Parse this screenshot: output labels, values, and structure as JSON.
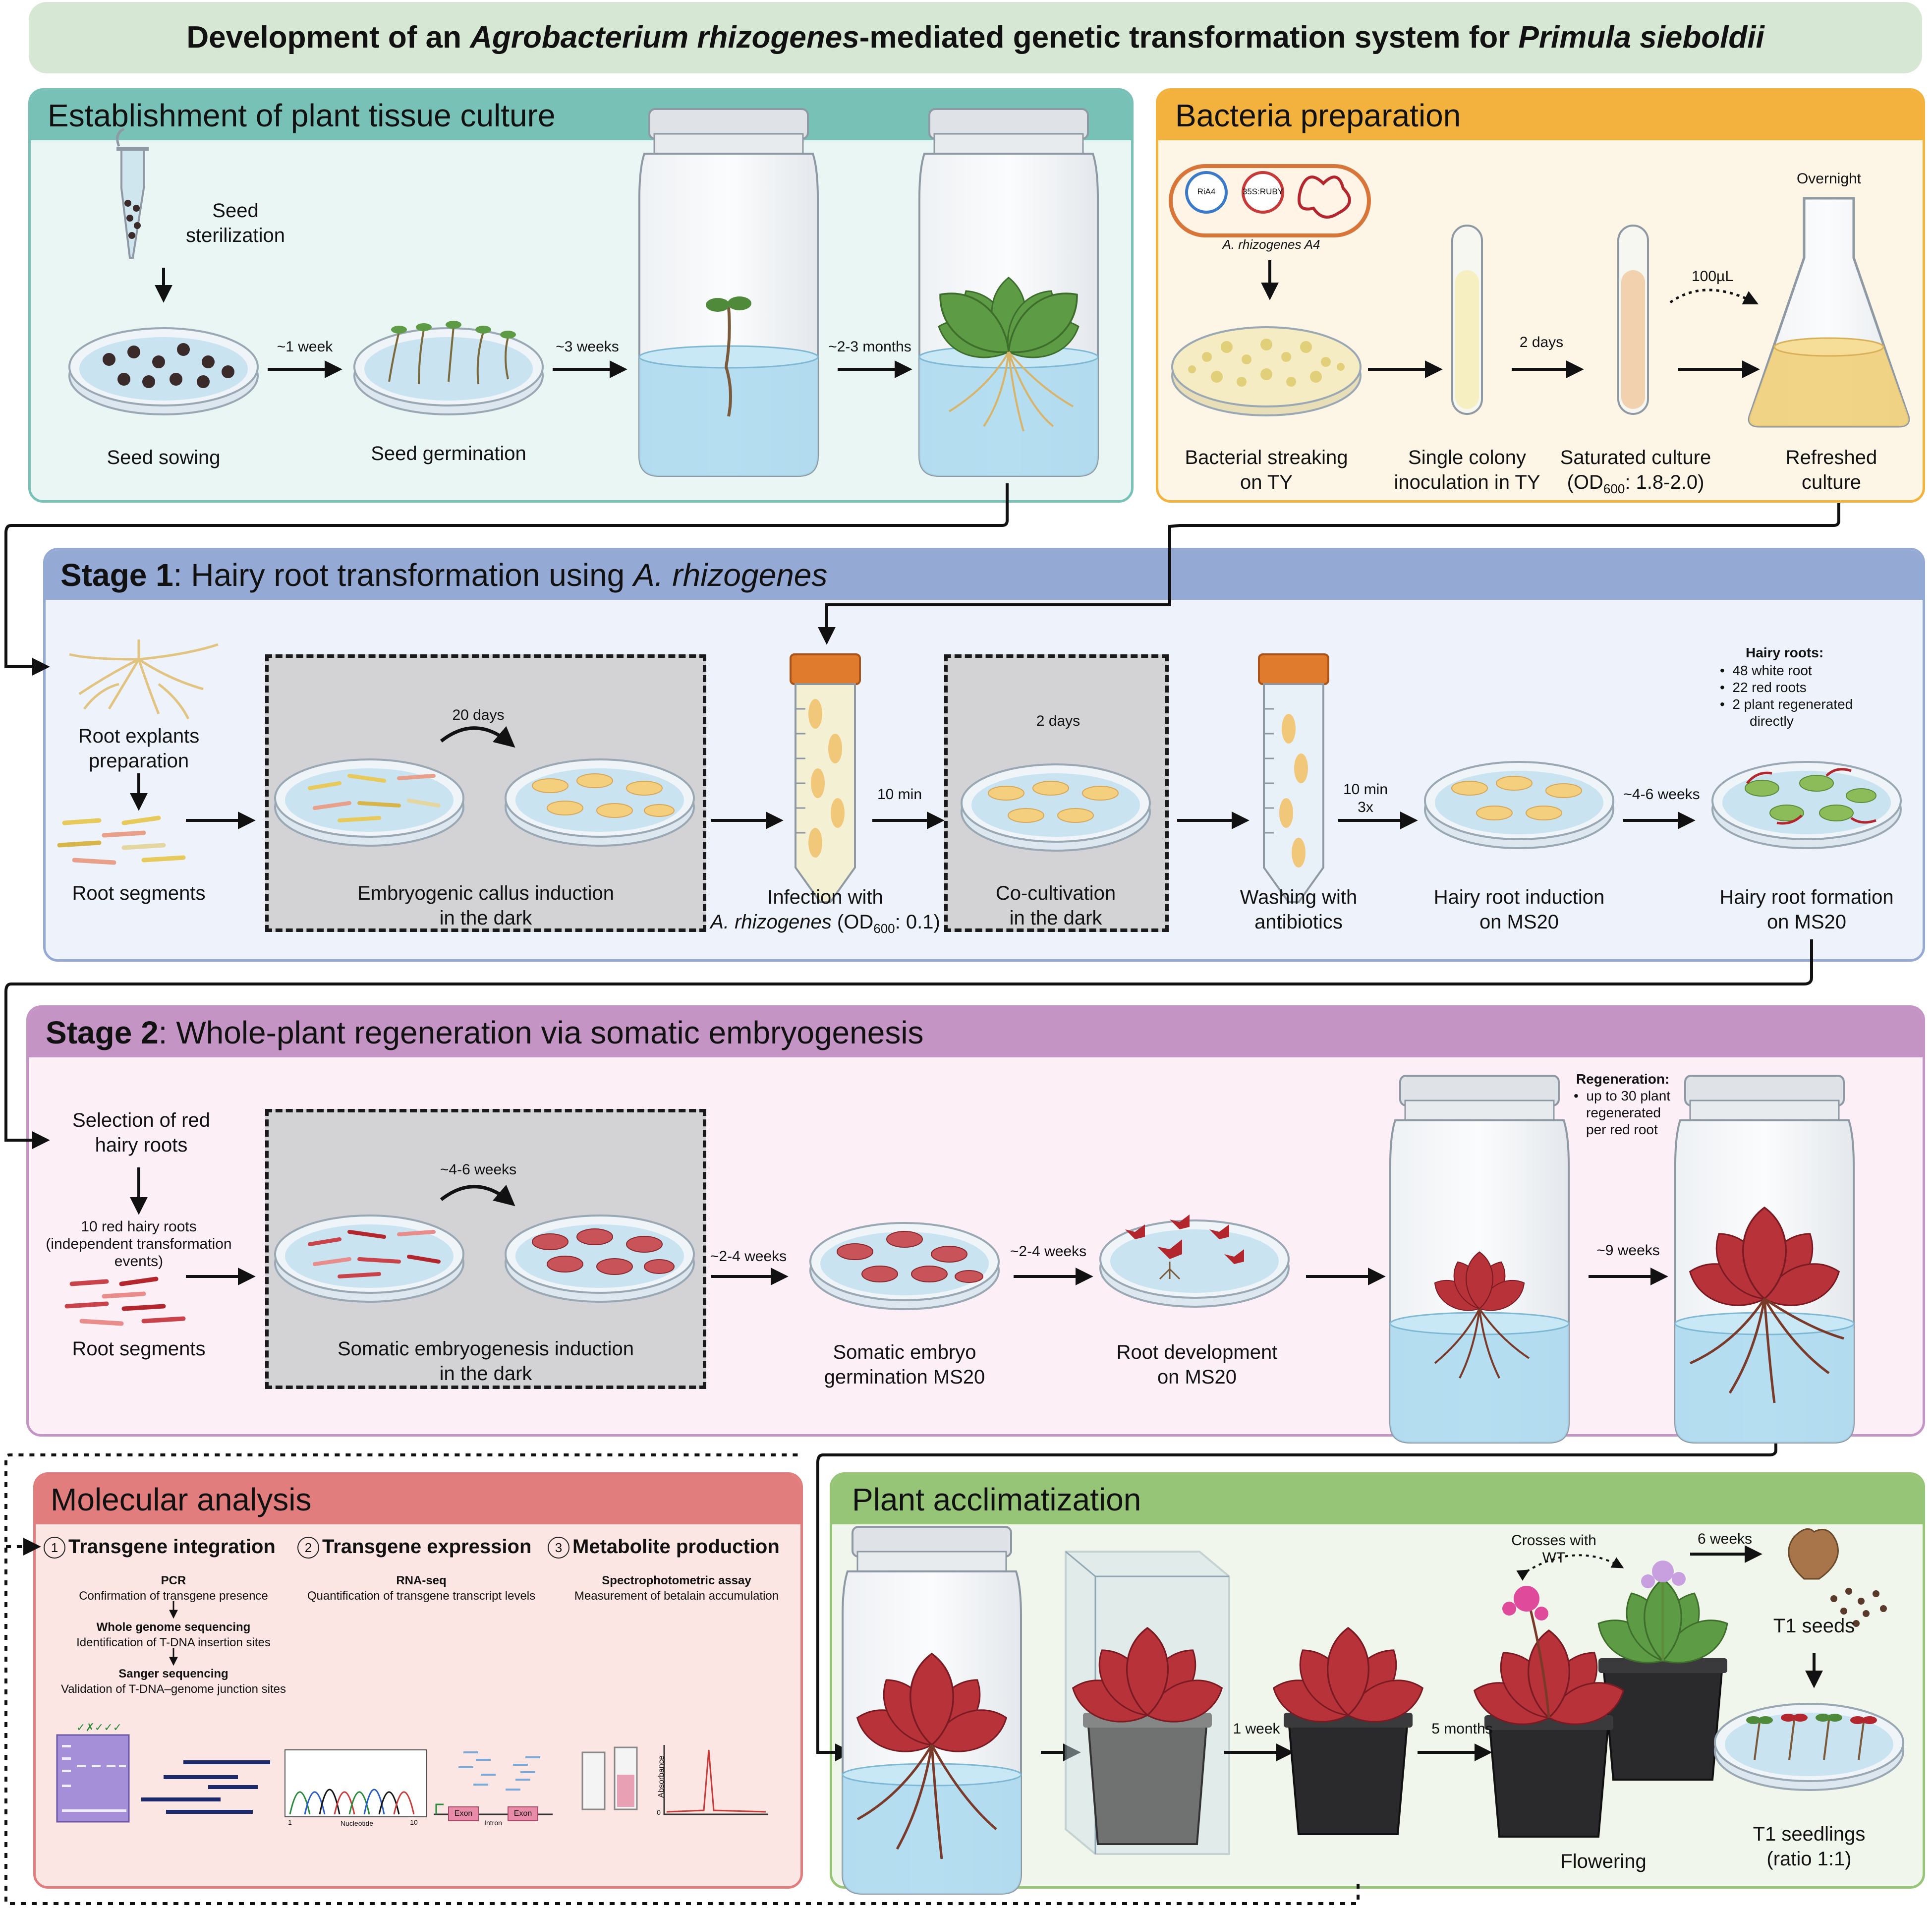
{
  "title": {
    "part1": "Development of an ",
    "part2": "Agrobacterium rhizogenes",
    "part3": "-mediated genetic transformation system for ",
    "part4": "Primula sieboldii"
  },
  "colors": {
    "teal": "#78c1b6",
    "teal_bg": "#eaf6f4",
    "orange": "#f2b23d",
    "orange_bg": "#fdf6e6",
    "blue": "#94aad5",
    "blue_bg": "#eef3fb",
    "purple": "#c494c4",
    "purple_bg": "#fcf0f6",
    "red": "#e17d7d",
    "red_bg": "#fce6e3",
    "green": "#97c577",
    "green_bg": "#f1f6ec",
    "title_bg": "#d6e7d4"
  },
  "tissue": {
    "header": "Establishment of plant tissue culture",
    "seed_sterilization": "Seed\nsterilization",
    "seed_sowing": "Seed sowing",
    "seed_germination": "Seed germination",
    "t1": "~1 week",
    "t2": "~3 weeks",
    "t3": "~2-3 months"
  },
  "bacteria": {
    "header": "Bacteria preparation",
    "plasmid1": "RiA4",
    "plasmid2": "35S:RUBY",
    "strain": "A. rhizogenes A4",
    "streak": "Bacterial streaking\non TY",
    "single": "Single colony\ninoculation in TY",
    "saturated": "Saturated culture",
    "od_prefix": "(OD",
    "od_sub": "600",
    "od_vals": ": 1.8-2.0)",
    "refreshed": "Refreshed\nculture",
    "overnight": "Overnight",
    "volume": "100µL",
    "t_days": "2 days"
  },
  "stage1": {
    "header_bold": "Stage 1",
    "header_rest": ": Hairy root transformation using ",
    "header_it": "A. rhizogenes",
    "explants": "Root explants\npreparation",
    "segments": "Root segments",
    "callus": "Embryogenic callus induction\nin the dark",
    "t_20days": "20 days",
    "infection_1": "Infection with",
    "infection_it": "A. rhizogenes",
    "infection_od": " (OD",
    "infection_sub": "600",
    "infection_val": ": 0.1)",
    "t_10min": "10 min",
    "cocult": "Co-cultivation\nin the dark",
    "t_2days": "2 days",
    "washing": "Washing with\nantibiotics",
    "t_wash": "10 min\n3x",
    "induction": "Hairy root induction\non MS20",
    "t_46": "~4-6 weeks",
    "formation": "Hairy root formation\non MS20",
    "hairy_title": "Hairy roots:",
    "hairy_items": [
      "48 white root",
      "22 red roots",
      "2 plant regenerated",
      "directly"
    ]
  },
  "stage2": {
    "header_bold": "Stage 2",
    "header_rest": ": Whole-plant regeneration via somatic embryogenesis",
    "selection": "Selection of red\nhairy roots",
    "red_roots": "10 red hairy roots\n(independent transformation\nevents)",
    "segments": "Root segments",
    "somatic": "Somatic embryogenesis induction\nin the dark",
    "t_46": "~4-6 weeks",
    "t_24a": "~2-4 weeks",
    "germination": "Somatic embryo\ngermination MS20",
    "t_24b": "~2-4 weeks",
    "rootdev": "Root development\non MS20",
    "t_9": "~9 weeks",
    "regen_title": "Regeneration:",
    "regen_items": [
      "up to 30 plant",
      "regenerated",
      "per red root"
    ]
  },
  "molecular": {
    "header": "Molecular analysis",
    "col1": {
      "num": "1",
      "title": "Transgene integration",
      "pcr_t": "PCR",
      "pcr_d": "Confirmation of transgene presence",
      "wgs_t": "Whole genome sequencing",
      "wgs_d": "Identification of T-DNA insertion sites",
      "sanger_t": "Sanger sequencing",
      "sanger_d": "Validation of T-DNA–genome junction sites"
    },
    "col2": {
      "num": "2",
      "title": "Transgene expression",
      "t": "RNA-seq",
      "d": "Quantification of transgene transcript levels"
    },
    "col3": {
      "num": "3",
      "title": "Metabolite production",
      "t": "Spectrophotometric assay",
      "d": "Measurement of betalain accumulation"
    },
    "gel_marks": "✓✗✓✓✓",
    "chroma_x": "Nucleotide",
    "chroma_1": "1",
    "chroma_10": "10",
    "exon1": "Exon",
    "exon2": "Exon",
    "intron": "Intron",
    "absorb": "Absorbance",
    "abs0": "0"
  },
  "accl": {
    "header": "Plant acclimatization",
    "t_1week": "1 week",
    "t_5months": "5 months",
    "crosses": "Crosses with\nWT",
    "t_6weeks": "6 weeks",
    "t1seeds": "T1 seeds",
    "flowering": "Flowering",
    "seedlings": "T1 seedlings\n(ratio 1:1)"
  }
}
